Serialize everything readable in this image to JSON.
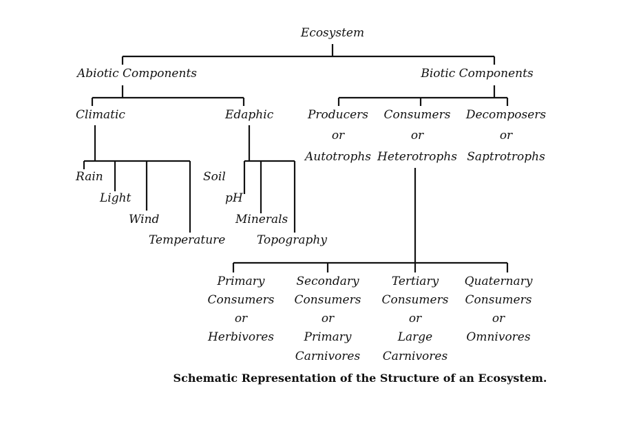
{
  "root": "Ecosystem",
  "abiotic": {
    "label": "Abiotic Components",
    "climatic": {
      "label": "Climatic",
      "items": [
        "Rain",
        "Light",
        "Wind",
        "Temperature"
      ]
    },
    "edaphic": {
      "label": "Edaphic",
      "items": [
        "Soil",
        "pH",
        "Minerals",
        "Topography"
      ]
    }
  },
  "biotic": {
    "label": "Biotic Components",
    "producers": {
      "l1": "Producers",
      "l2": "or",
      "l3": "Autotrophs"
    },
    "consumers": {
      "l1": "Consumers",
      "l2": "or",
      "l3": "Heterotrophs"
    },
    "decomposers": {
      "l1": "Decomposers",
      "l2": "or",
      "l3": "Saptrotrophs"
    }
  },
  "consumer_types": [
    {
      "lines": [
        "Primary",
        "Consumers",
        "or",
        "Herbivores"
      ]
    },
    {
      "lines": [
        "Secondary",
        "Consumers",
        "or",
        "Primary",
        "Carnivores"
      ]
    },
    {
      "lines": [
        "Tertiary",
        "Consumers",
        "or",
        "Large",
        "Carnivores"
      ]
    },
    {
      "lines": [
        "Quaternary",
        "Consumers",
        "or",
        "Omnivores"
      ]
    }
  ],
  "caption": "Schematic Representation of the Structure of an Ecosystem."
}
